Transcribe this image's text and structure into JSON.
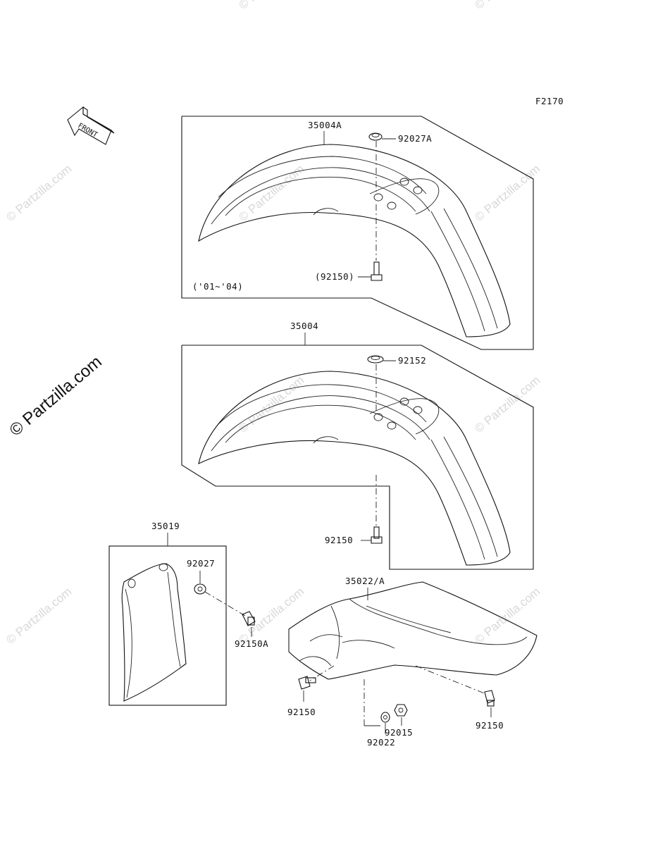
{
  "diagram": {
    "figure_code": "F2170",
    "front_label": "FRONT",
    "year_note": "('01~'04)",
    "watermark_main": "© Partzilla.com",
    "watermark_faint": "© Partzilla.com",
    "callouts": {
      "front_fender_a": "35004A",
      "cap_a": "92027A",
      "bolt_a": "(92150)",
      "front_fender": "35004",
      "cap_front": "92152",
      "bolt_front": "92150",
      "side_cover": "35019",
      "cap_side": "92027",
      "bolt_side": "92150A",
      "rear_fender": "35022/A",
      "bolt_rear_left": "92150",
      "bolt_rear_right": "92150",
      "nut_rear": "92015",
      "washer_rear": "92022"
    }
  }
}
